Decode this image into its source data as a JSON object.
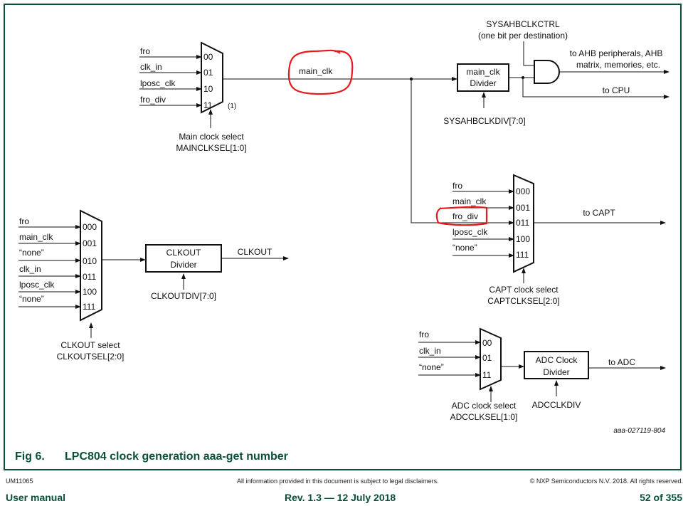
{
  "figure": {
    "number": "Fig 6.",
    "title": "LPC804 clock generation aaa-get number",
    "id_code": "aaa-027119-804"
  },
  "main_mux": {
    "inputs": [
      {
        "signal": "fro",
        "code": "00"
      },
      {
        "signal": "clk_in",
        "code": "01"
      },
      {
        "signal": "lposc_clk",
        "code": "10"
      },
      {
        "signal": "fro_div",
        "code": "11"
      }
    ],
    "note": "(1)",
    "select_label": "Main clock select",
    "select_register": "MAINCLKSEL[1:0]",
    "output": "main_clk"
  },
  "main_divider": {
    "line1": "main_clk",
    "line2": "Divider",
    "register": "SYSAHBCLKDIV[7:0]",
    "ctrl_register": "SYSAHBCLKCTRL",
    "ctrl_note": "(one bit per destination)",
    "out_ahb_1": "to AHB peripherals, AHB",
    "out_ahb_2": "matrix, memories, etc.",
    "out_cpu": "to CPU"
  },
  "capt_mux": {
    "inputs": [
      {
        "signal": "fro",
        "code": "000"
      },
      {
        "signal": "main_clk",
        "code": "001"
      },
      {
        "signal": "fro_div",
        "code": "011"
      },
      {
        "signal": "lposc_clk",
        "code": "100"
      },
      {
        "signal": "“none”",
        "code": "111"
      }
    ],
    "select_label": "CAPT clock select",
    "select_register": "CAPTCLKSEL[2:0]",
    "output": "to CAPT"
  },
  "clkout_mux": {
    "inputs": [
      {
        "signal": "fro",
        "code": "000"
      },
      {
        "signal": "main_clk",
        "code": "001"
      },
      {
        "signal": "“none”",
        "code": "010"
      },
      {
        "signal": "clk_in",
        "code": "011"
      },
      {
        "signal": "lposc_clk",
        "code": "100"
      },
      {
        "signal": "“none”",
        "code": "111"
      }
    ],
    "select_label": "CLKOUT select",
    "select_register": "CLKOUTSEL[2:0]",
    "divider_line1": "CLKOUT",
    "divider_line2": "Divider",
    "divider_register": "CLKOUTDIV[7:0]",
    "output": "CLKOUT"
  },
  "adc_mux": {
    "inputs": [
      {
        "signal": "fro",
        "code": "00"
      },
      {
        "signal": "clk_in",
        "code": "01"
      },
      {
        "signal": "“none”",
        "code": "11"
      }
    ],
    "select_label": "ADC clock select",
    "select_register": "ADCCLKSEL[1:0]",
    "divider_line1": "ADC Clock",
    "divider_line2": "Divider",
    "divider_register": "ADCCLKDIV",
    "output": "to ADC"
  },
  "annotations": {
    "highlight_color": "#e8191c",
    "frame_color": "#0a4f3c"
  },
  "footer": {
    "doc_id": "UM11065",
    "disclaimer": "All information provided in this document is subject to legal disclaimers.",
    "copyright": "© NXP Semiconductors N.V. 2018. All rights reserved.",
    "doc_type": "User manual",
    "revision": "Rev. 1.3 — 12 July 2018",
    "page": "52 of 355"
  }
}
